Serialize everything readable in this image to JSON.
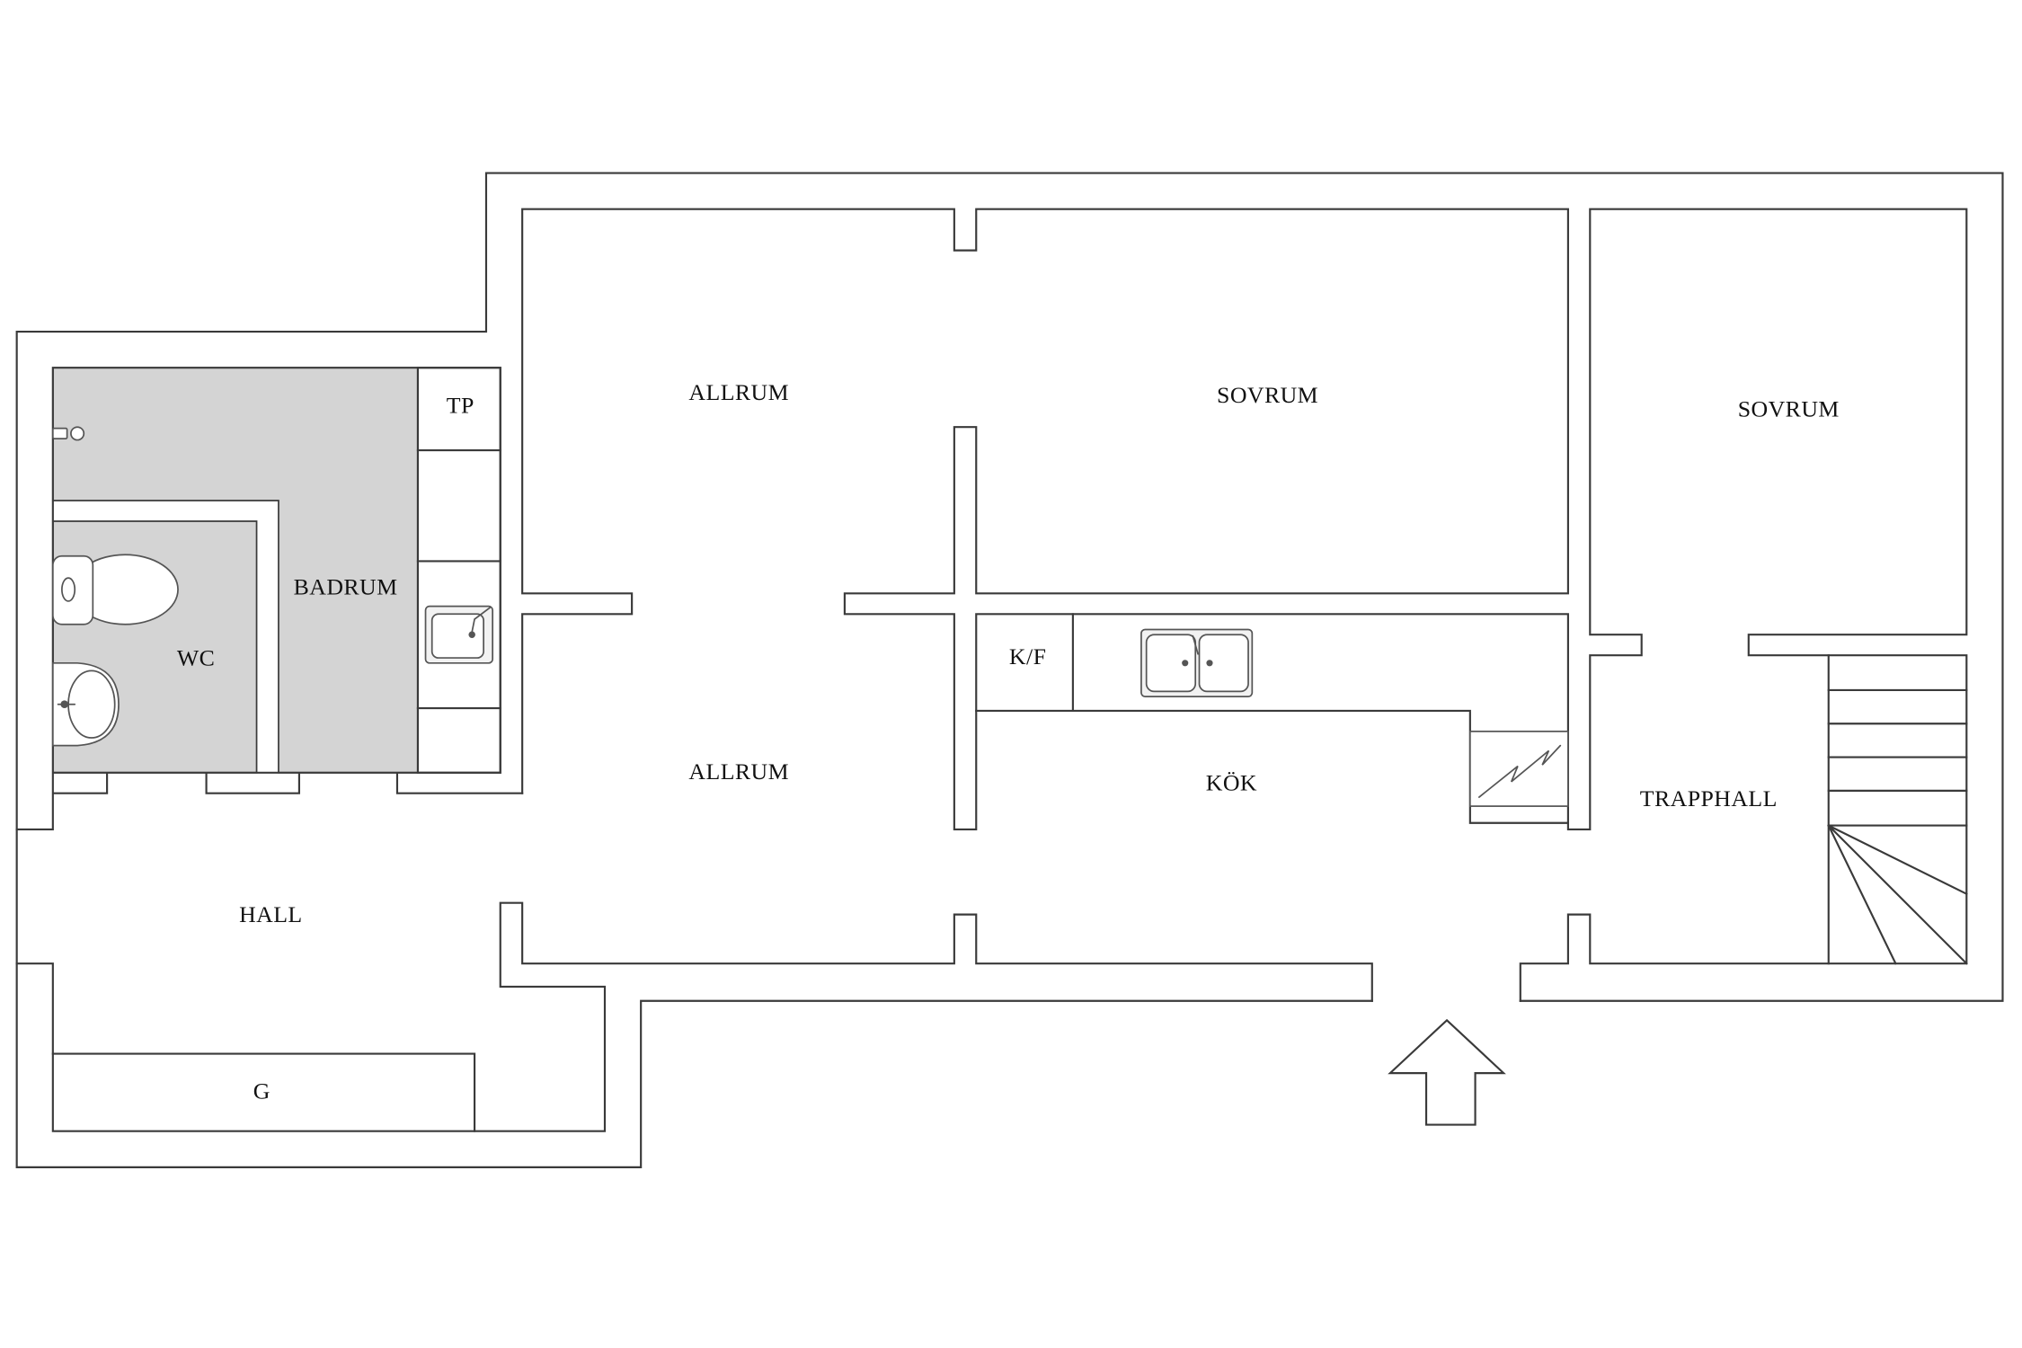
{
  "rooms": {
    "allrum_upper": "ALLRUM",
    "sovrum_middle": "SOVRUM",
    "sovrum_right": "SOVRUM",
    "tp": "TP",
    "badrum": "BADRUM",
    "wc": "WC",
    "kf": "K/F",
    "kok": "KÖK",
    "allrum_lower": "ALLRUM",
    "trapphall": "TRAPPHALL",
    "hall": "HALL",
    "g": "G"
  },
  "fixtures": {
    "toilet": "toilet-icon",
    "wc_basin": "washbasin-icon",
    "shower": "shower-icon",
    "bathroom_sink": "sink-icon",
    "kitchen_sink": "double-sink-icon",
    "stove": "stove-icon",
    "stairs": "stairs-icon",
    "entrance": "arrow-up-icon"
  },
  "colors": {
    "background": "#ffffff",
    "wall": "#3a3a3a",
    "wet_room": "#d4d4d4",
    "fixture": "#555555"
  }
}
